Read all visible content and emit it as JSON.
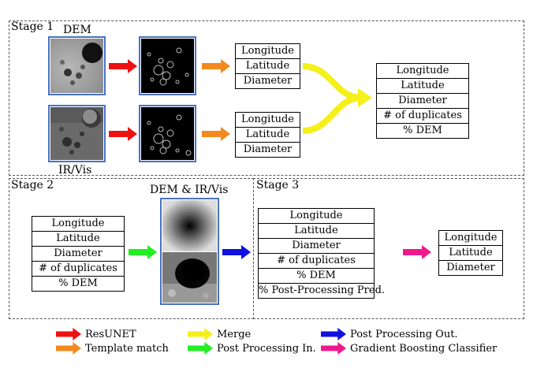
{
  "stage1": {
    "label": "Stage 1",
    "dem_caption": "DEM",
    "irvis_caption": "IR/Vis",
    "table_top": [
      "Longitude",
      "Latitude",
      "Diameter"
    ],
    "table_bottom": [
      "Longitude",
      "Latitude",
      "Diameter"
    ],
    "table_merged": [
      "Longitude",
      "Latitude",
      "Diameter",
      "# of duplicates",
      "% DEM"
    ]
  },
  "stage2": {
    "label": "Stage 2",
    "image_caption": "DEM & IR/Vis",
    "table_input": [
      "Longitude",
      "Latitude",
      "Diameter",
      "# of duplicates",
      "% DEM"
    ]
  },
  "stage3": {
    "label": "Stage 3",
    "table_input": [
      "Longitude",
      "Latitude",
      "Diameter",
      "# of duplicates",
      "% DEM",
      "% Post-Processing Pred."
    ],
    "table_output": [
      "Longitude",
      "Latitude",
      "Diameter"
    ]
  },
  "legend": [
    {
      "label": "ResUNET",
      "color": "#ee1111",
      "icon": "red-arrow-icon"
    },
    {
      "label": "Template match",
      "color": "#f28a1e",
      "icon": "orange-arrow-icon"
    },
    {
      "label": "Merge",
      "color": "#f5ef1a",
      "icon": "yellow-arrow-icon"
    },
    {
      "label": "Post Processing In.",
      "color": "#22ee22",
      "icon": "green-arrow-icon"
    },
    {
      "label": "Post Processing Out.",
      "color": "#1010e0",
      "icon": "blue-arrow-icon"
    },
    {
      "label": "Gradient Boosting Classifier",
      "color": "#ee1a8c",
      "icon": "magenta-arrow-icon"
    }
  ]
}
